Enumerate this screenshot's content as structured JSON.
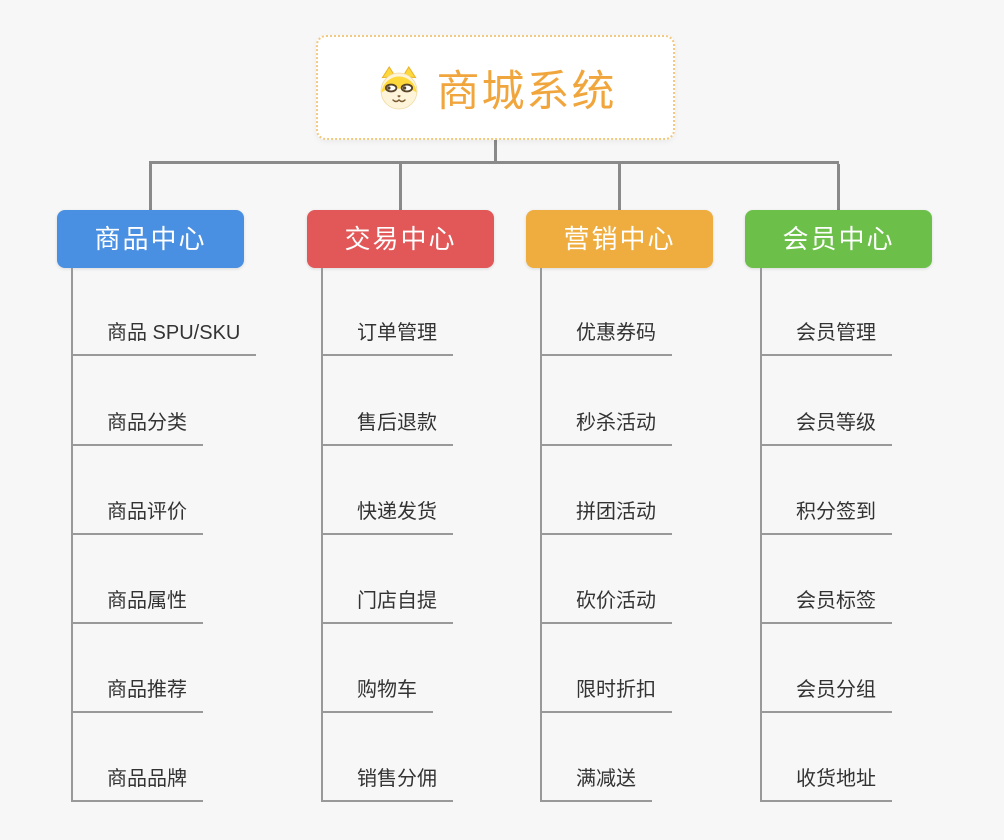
{
  "app": {
    "background_color": "#f7f7f7",
    "connector_color": "#8a8a8a",
    "child_line_color": "#999999",
    "child_text_color": "#333333"
  },
  "root": {
    "title": "商城系统",
    "title_color": "#f0a63c",
    "border_color": "#f3c87f",
    "icon": "dog-face-icon"
  },
  "branches": [
    {
      "label": "商品中心",
      "color": "#4a90e2",
      "children": [
        "商品 SPU/SKU",
        "商品分类",
        "商品评价",
        "商品属性",
        "商品推荐",
        "商品品牌"
      ]
    },
    {
      "label": "交易中心",
      "color": "#e25757",
      "children": [
        "订单管理",
        "售后退款",
        "快递发货",
        "门店自提",
        "购物车",
        "销售分佣"
      ]
    },
    {
      "label": "营销中心",
      "color": "#eead3e",
      "children": [
        "优惠券码",
        "秒杀活动",
        "拼团活动",
        "砍价活动",
        "限时折扣",
        "满减送"
      ]
    },
    {
      "label": "会员中心",
      "color": "#6cc04a",
      "children": [
        "会员管理",
        "会员等级",
        "积分签到",
        "会员标签",
        "会员分组",
        "收货地址"
      ]
    }
  ]
}
